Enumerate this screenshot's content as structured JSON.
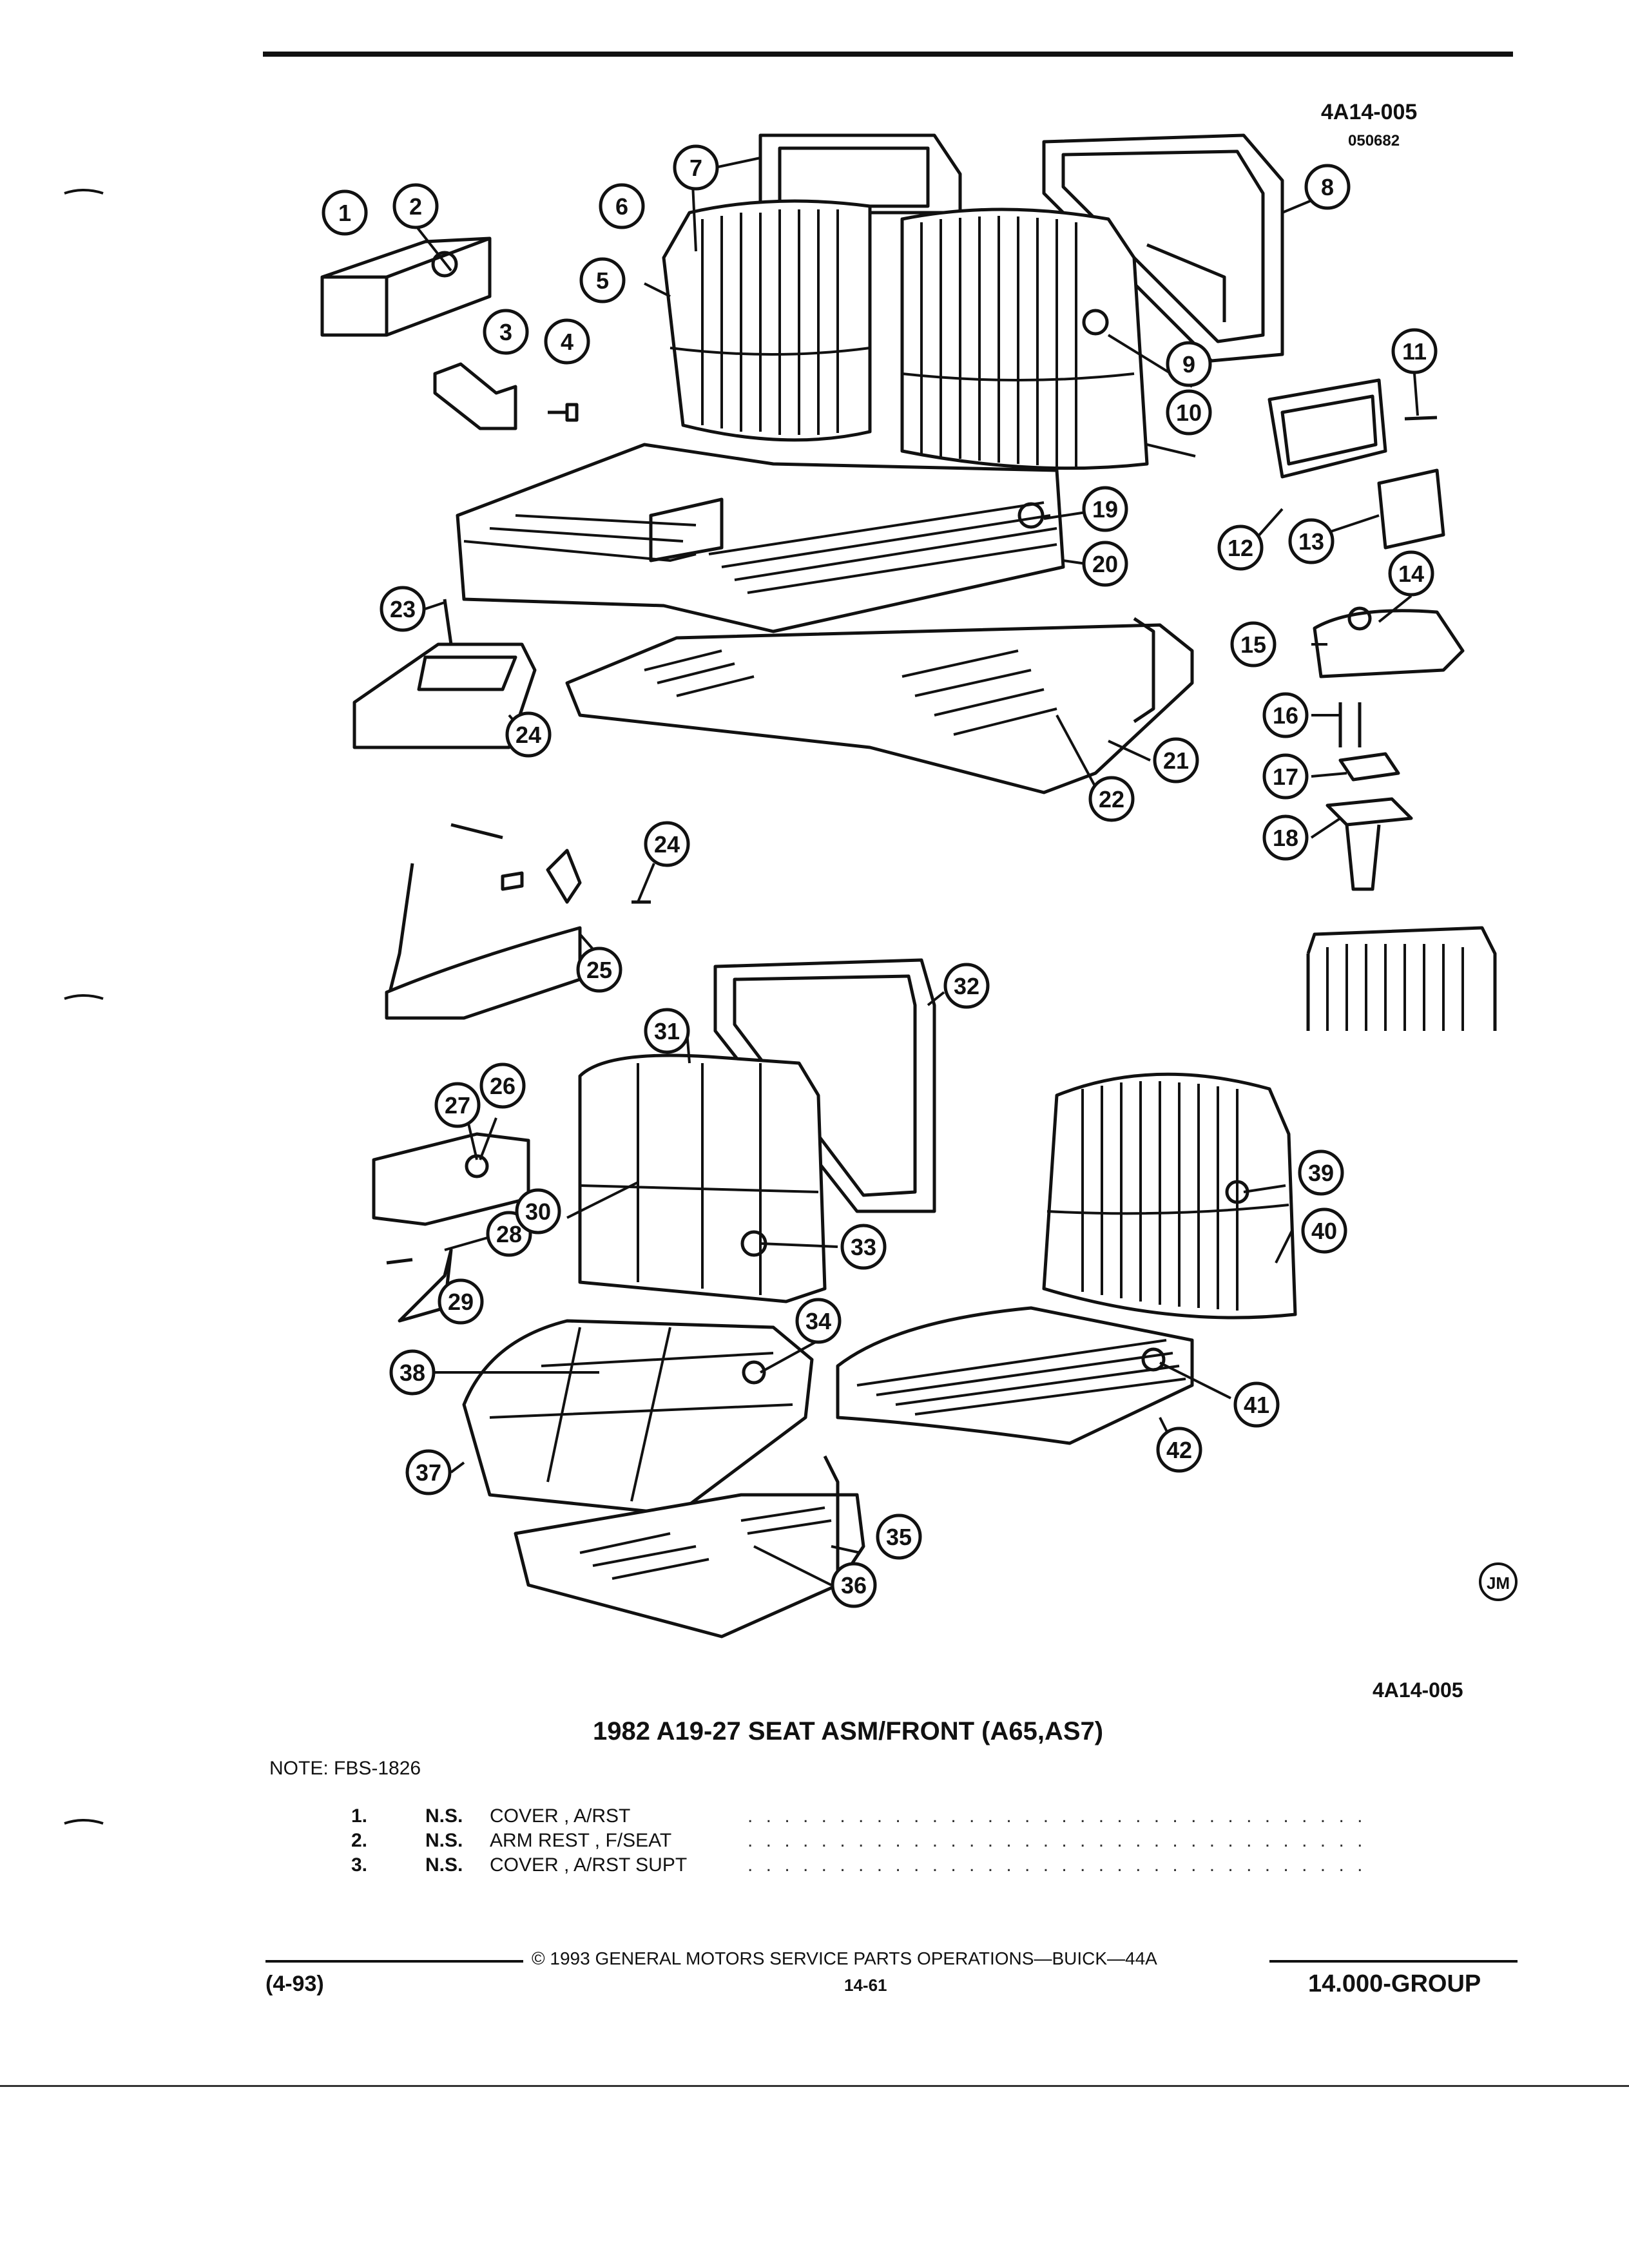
{
  "header": {
    "code": "4A14-005",
    "date_code": "050682"
  },
  "diagram": {
    "callouts": [
      "1",
      "2",
      "3",
      "4",
      "5",
      "6",
      "7",
      "8",
      "9",
      "10",
      "11",
      "12",
      "13",
      "14",
      "15",
      "16",
      "17",
      "18",
      "19",
      "20",
      "21",
      "22",
      "23",
      "24",
      "24",
      "25",
      "26",
      "27",
      "28",
      "29",
      "30",
      "31",
      "32",
      "33",
      "34",
      "35",
      "36",
      "37",
      "38",
      "39",
      "40",
      "41",
      "42"
    ],
    "artist_mark": "JM",
    "figure_code": "4A14-005"
  },
  "title": "1982 A19-27 SEAT ASM/FRONT (A65,AS7)",
  "note": "NOTE:  FBS-1826",
  "parts": [
    {
      "num": "1.",
      "ns": "N.S.",
      "desc": "COVER , A/RST"
    },
    {
      "num": "2.",
      "ns": "N.S.",
      "desc": "ARM REST , F/SEAT"
    },
    {
      "num": "3.",
      "ns": "N.S.",
      "desc": "COVER , A/RST SUPT"
    }
  ],
  "footer": {
    "copyright": "©  1993  GENERAL MOTORS SERVICE PARTS OPERATIONS—BUICK—44A",
    "revision": "(4-93)",
    "page": "14-61",
    "group": "14.000-GROUP"
  }
}
